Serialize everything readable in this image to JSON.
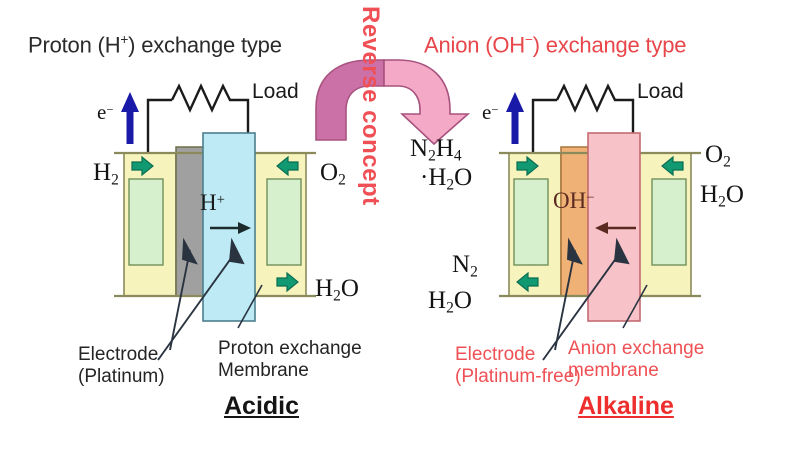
{
  "figure": {
    "kind": "fuel-cell-comparison-diagram",
    "background": "#ffffff"
  },
  "titles": {
    "left_plain": "Proton (H+) exchange type",
    "right_plain": "Anion (OH-) exchange type",
    "left_parts": {
      "a": "Proton",
      "open": "(",
      "sym": "H",
      "charge": "+",
      "close": ")",
      "b": "exchange type"
    },
    "right_parts": {
      "a": "Anion",
      "open": "(",
      "sym": "OH",
      "charge": "−",
      "close": ")",
      "b": "exchange type"
    },
    "left_color": "#2b2b2b",
    "right_color": "#e8464a"
  },
  "center": {
    "reverse_concept_label": "Reverse concept",
    "reverse_concept_color": "#ef4f55",
    "arch_arrow_fill_left": "#cc71a8",
    "arch_arrow_fill_right": "#f4a9c6",
    "arch_arrow_stroke": "#a8527f",
    "arch_direction": "left-to-right-curved-down"
  },
  "left_cell": {
    "electron_label": {
      "sym": "e",
      "charge": "−"
    },
    "electron_arrow_color": "#1a1aa8",
    "load_label": "Load",
    "ion_label": {
      "sym": "H",
      "charge": "+"
    },
    "ion_label_color": "#1b1b1b",
    "ion_arrow_direction": "right",
    "anode_inlet": {
      "sym": "H",
      "sub": "2"
    },
    "cathode_inlet": {
      "sym": "O",
      "sub": "2"
    },
    "cathode_outlet": {
      "a": "H",
      "sub": "2",
      "b": "O"
    },
    "colors": {
      "chamber": "#f7f3bd",
      "diffusion_layer": "#d6f0cd",
      "electrode": "#a0a0a0",
      "membrane": "#bdeaf4",
      "frame_stroke": "#8a8a5a",
      "gas_arrow": "#119a72"
    },
    "annotations": {
      "electrode_line1": "Electrode",
      "electrode_line2": "(Platinum)",
      "membrane_line1": "Proton exchange",
      "membrane_line2": "Membrane",
      "regime": "Acidic"
    }
  },
  "right_cell": {
    "electron_label": {
      "sym": "e",
      "charge": "−"
    },
    "electron_arrow_color": "#1a1aa8",
    "load_label": "Load",
    "ion_label": {
      "sym": "OH",
      "charge": "−"
    },
    "ion_label_color": "#5a2a20",
    "ion_arrow_direction": "left",
    "anode_inlet_line1": {
      "a": "N",
      "sub1": "2",
      "b": "H",
      "sub2": "4"
    },
    "anode_inlet_line2": {
      "dot": "·",
      "a": "H",
      "sub": "2",
      "b": "O"
    },
    "anode_outlet_line1": {
      "sym": "N",
      "sub": "2"
    },
    "anode_outlet_line2": {
      "a": "H",
      "sub": "2",
      "b": "O"
    },
    "cathode_inlet": {
      "sym": "O",
      "sub": "2"
    },
    "cathode_outlet": {
      "a": "H",
      "sub": "2",
      "b": "O"
    },
    "colors": {
      "chamber": "#f7f3bd",
      "diffusion_layer": "#d6f0cd",
      "electrode": "#efb176",
      "membrane": "#f7c3c9",
      "frame_stroke": "#8a8a5a",
      "gas_arrow": "#119a72"
    },
    "annotations": {
      "electrode_line1": "Electrode",
      "electrode_line2": "(Platinum-free)",
      "membrane_line1": "Anion exchange",
      "membrane_line2": "membrane",
      "regime": "Alkaline"
    }
  }
}
